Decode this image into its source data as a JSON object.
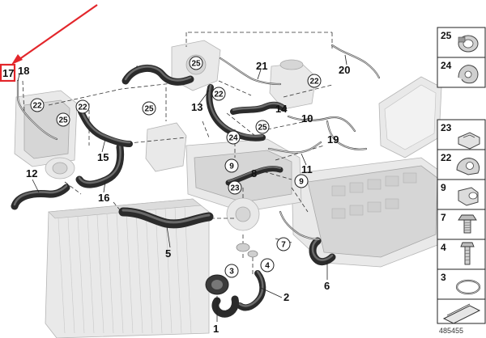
{
  "diagram_ref": "485455",
  "colors": {
    "highlight": "#e3262b",
    "hose": "#2b2b2b",
    "part_gray": "#e5e5e5"
  },
  "callouts": {
    "n1": "1",
    "n2": "2",
    "n3": "3",
    "n4": "4",
    "n5": "5",
    "n6": "6",
    "n7": "7",
    "n8": "8",
    "n9": "9",
    "n10": "10",
    "n11": "11",
    "n12": "12",
    "n13": "13",
    "n14": "14",
    "n15": "15",
    "n16": "16",
    "n17": "17",
    "n18": "18",
    "n19": "19",
    "n20": "20",
    "n21": "21"
  },
  "bubbles": {
    "b25": "25",
    "b22": "22",
    "b24": "24",
    "b23": "23",
    "b9": "9",
    "b7": "7",
    "b3": "3",
    "b4": "4"
  },
  "side_panel": {
    "items": [
      "25",
      "24",
      "23",
      "22",
      "9",
      "7",
      "4",
      "3"
    ]
  }
}
